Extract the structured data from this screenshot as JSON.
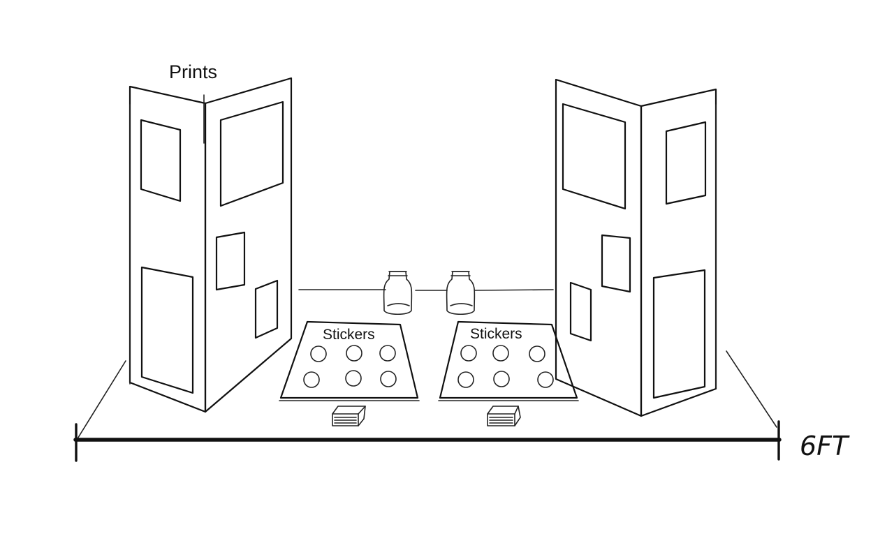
{
  "labels": {
    "prints": "Prints",
    "stickers_left": "Stickers",
    "stickers_right": "Stickers",
    "width": "6FT"
  },
  "colors": {
    "ink": "#111111",
    "paper": "#ffffff"
  },
  "sticker_sheet": {
    "rows": 2,
    "columns": 3
  }
}
